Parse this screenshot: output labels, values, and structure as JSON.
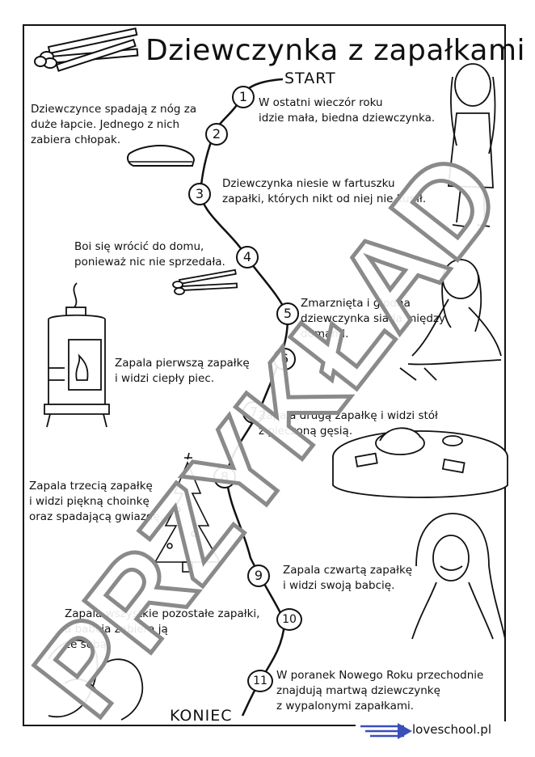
{
  "title": "Dziewczynka z zapałkami",
  "start_label": "START",
  "end_label": "KONIEC",
  "footer": {
    "site": "loveschool.pl"
  },
  "watermark": "PRZYKŁAD",
  "steps": [
    {
      "number": "1",
      "text": "W ostatni wieczór roku\nidzie mała, biedna dziewczynka."
    },
    {
      "number": "2",
      "text": "Dziewczynce spadają z nóg za\nduże łapcie. Jednego z nich\nzabiera chłopak."
    },
    {
      "number": "3",
      "text": "Dziewczynka niesie w fartuszku\nzapałki, których nikt od niej nie kupił."
    },
    {
      "number": "4",
      "text": "Boi się wrócić do domu,\nponieważ nic nie sprzedała."
    },
    {
      "number": "5",
      "text": "Zmarznięta i głodna\ndziewczynka siada między\ndomami."
    },
    {
      "number": "6",
      "text": "Zapala pierwszą zapałkę\ni widzi ciepły piec."
    },
    {
      "number": "7",
      "text": "Zapala drugą zapałkę i widzi stół\nz pieczoną gęsią."
    },
    {
      "number": "8",
      "text": "Zapala trzecią zapałkę\ni widzi piękną choinkę\noraz spadającą gwiazdę."
    },
    {
      "number": "9",
      "text": "Zapala czwartą zapałkę\ni widzi swoją babcię."
    },
    {
      "number": "10",
      "text": "Zapala wszystkie pozostałe zapałki,\na babcia zabiera ją\nze sobą."
    },
    {
      "number": "11",
      "text": "W poranek Nowego Roku przechodnie\nznajdują martwą dziewczynkę\nz wypalonymi zapałkami."
    }
  ]
}
